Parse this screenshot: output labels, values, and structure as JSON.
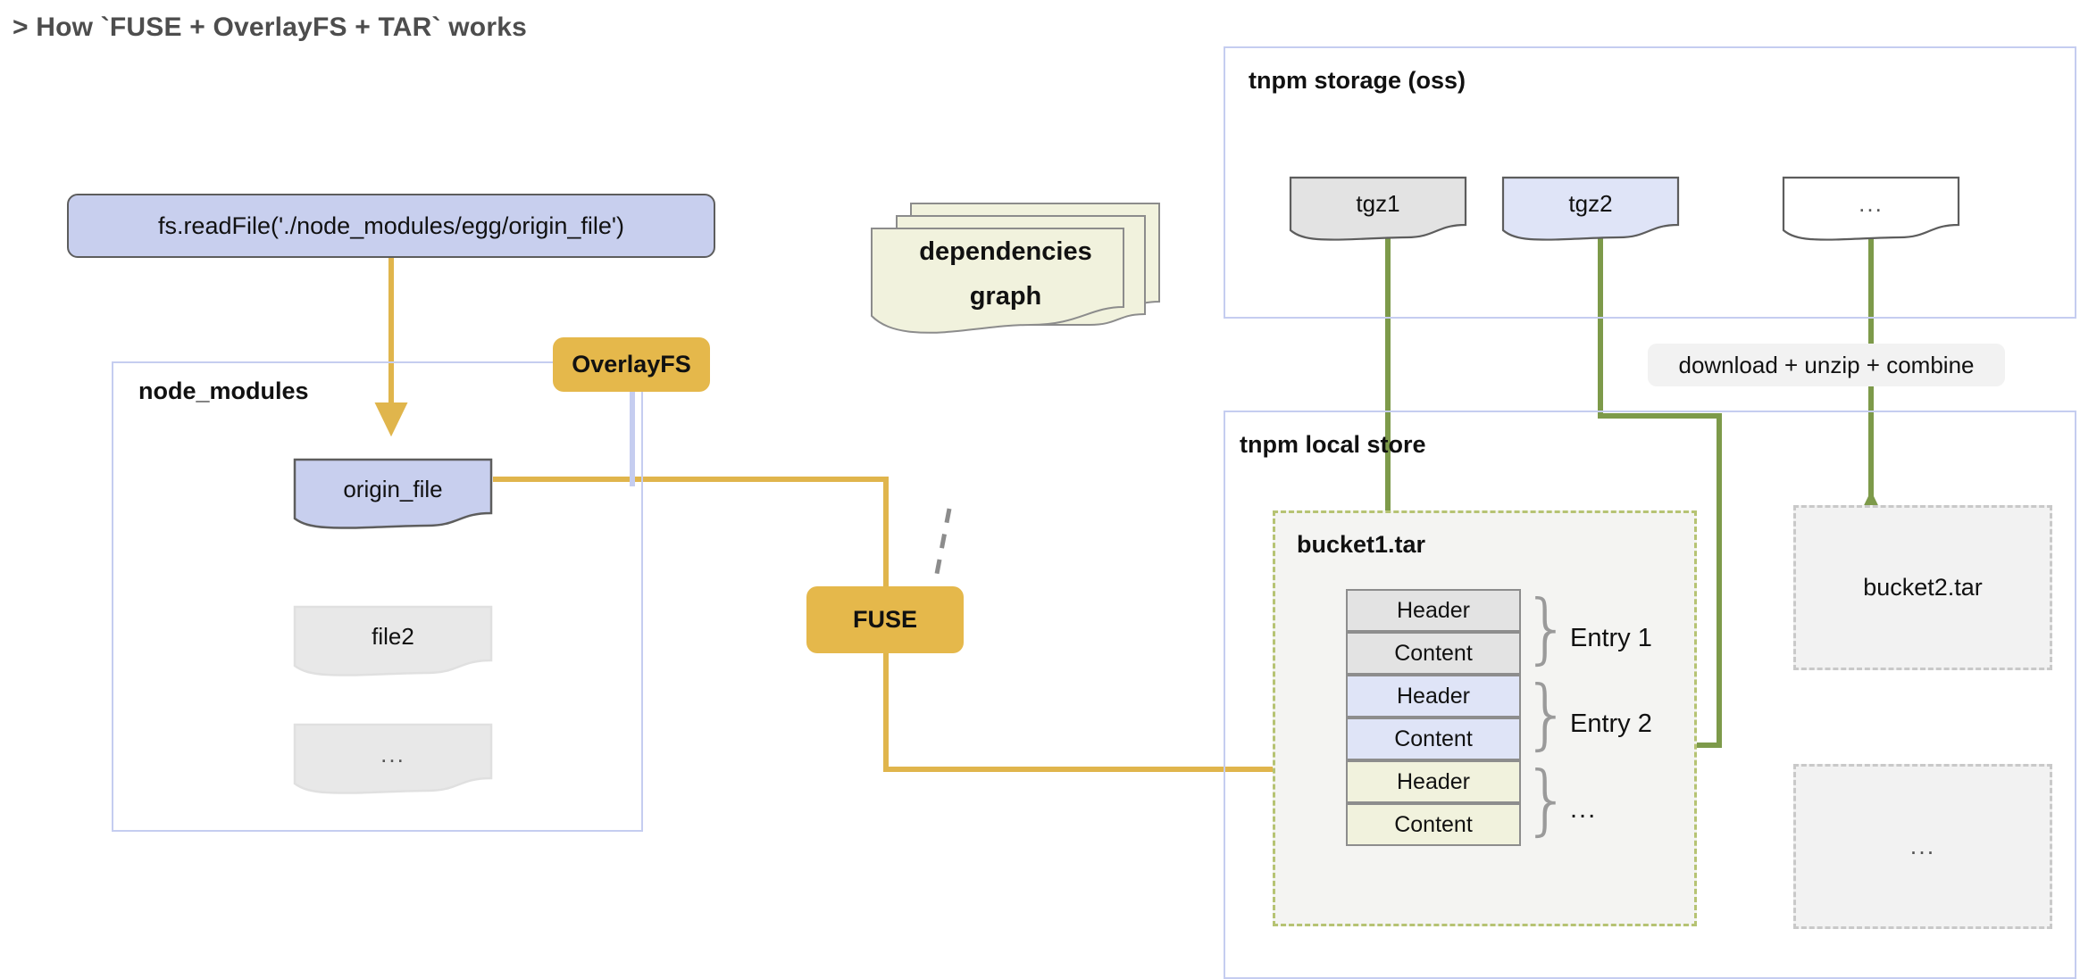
{
  "title": "> How `FUSE + OverlayFS + TAR` works",
  "nodes": {
    "read_call": "fs.readFile('./node_modules/egg/origin_file')",
    "overlayfs": "OverlayFS",
    "fuse": "FUSE",
    "dependencies_graph_line1": "dependencies",
    "dependencies_graph_line2": "graph",
    "download_label": "download + unzip + combine"
  },
  "node_modules_group": {
    "label": "node_modules",
    "files": [
      {
        "name": "origin_file",
        "style": "blue"
      },
      {
        "name": "file2",
        "style": "gray"
      },
      {
        "name": "...",
        "style": "gray"
      }
    ]
  },
  "tnpm_storage_group": {
    "label": "tnpm storage (oss)",
    "tarballs": [
      {
        "name": "tgz1",
        "style": "gray"
      },
      {
        "name": "tgz2",
        "style": "blue"
      },
      {
        "name": "...",
        "style": "white"
      }
    ]
  },
  "tnpm_local_store_group": {
    "label": "tnpm local store",
    "bucket1": {
      "label": "bucket1.tar",
      "entries": [
        {
          "header": "Header",
          "content": "Content",
          "entry_label": "Entry 1",
          "style": "gray"
        },
        {
          "header": "Header",
          "content": "Content",
          "entry_label": "Entry 2",
          "style": "blue"
        },
        {
          "header": "Header",
          "content": "Content",
          "entry_label": "...",
          "style": "cream"
        }
      ]
    },
    "other_buckets": [
      {
        "label": "bucket2.tar"
      },
      {
        "label": "..."
      }
    ]
  },
  "colors": {
    "orange_accent": "#e5b84b",
    "orange_wire": "#e0b54c",
    "green_wire": "#7d9a4a",
    "group_border": "#c5cdf0",
    "doc_blue": "#c8cfee",
    "doc_gray": "#e8e8e8",
    "doc_cream": "#f1f2dd",
    "title_gray": "#4d4d4d",
    "brace_gray": "#9a9a9a",
    "dashed_olive": "#b6c373",
    "dashed_gray": "#c9c9c9"
  }
}
